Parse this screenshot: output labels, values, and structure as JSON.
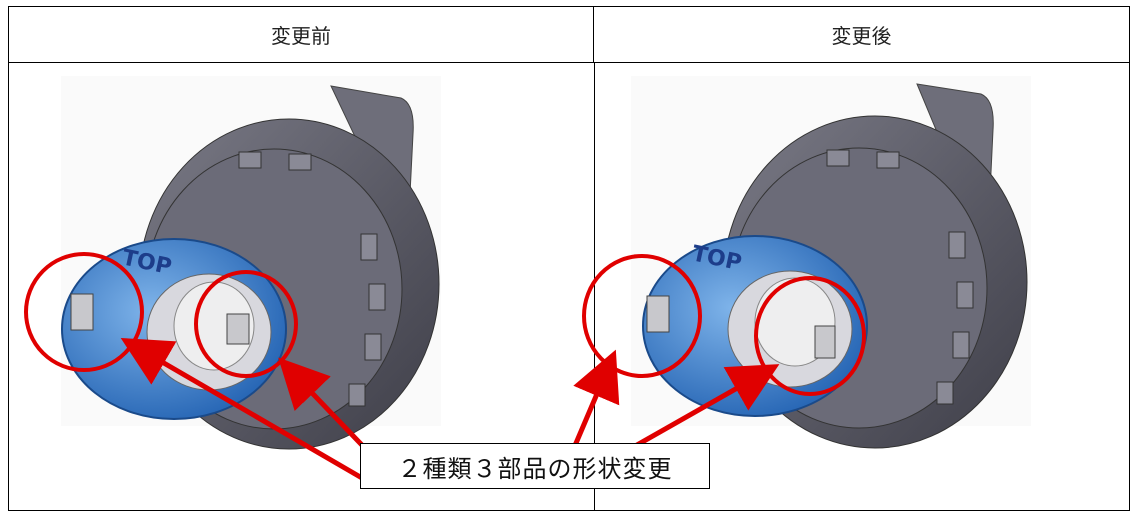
{
  "table": {
    "header_before": "変更前",
    "header_after": "変更後"
  },
  "callout": {
    "text": "２種類３部品の形状変更"
  },
  "images": {
    "before": {
      "embossed_text": "TOP",
      "body_color": "#5a5a66",
      "ring_color": "#2f7fd0"
    },
    "after": {
      "embossed_text": "TOP",
      "body_color": "#5a5a66",
      "ring_color": "#2f7fd0"
    }
  },
  "annotation_color": "#e00000"
}
